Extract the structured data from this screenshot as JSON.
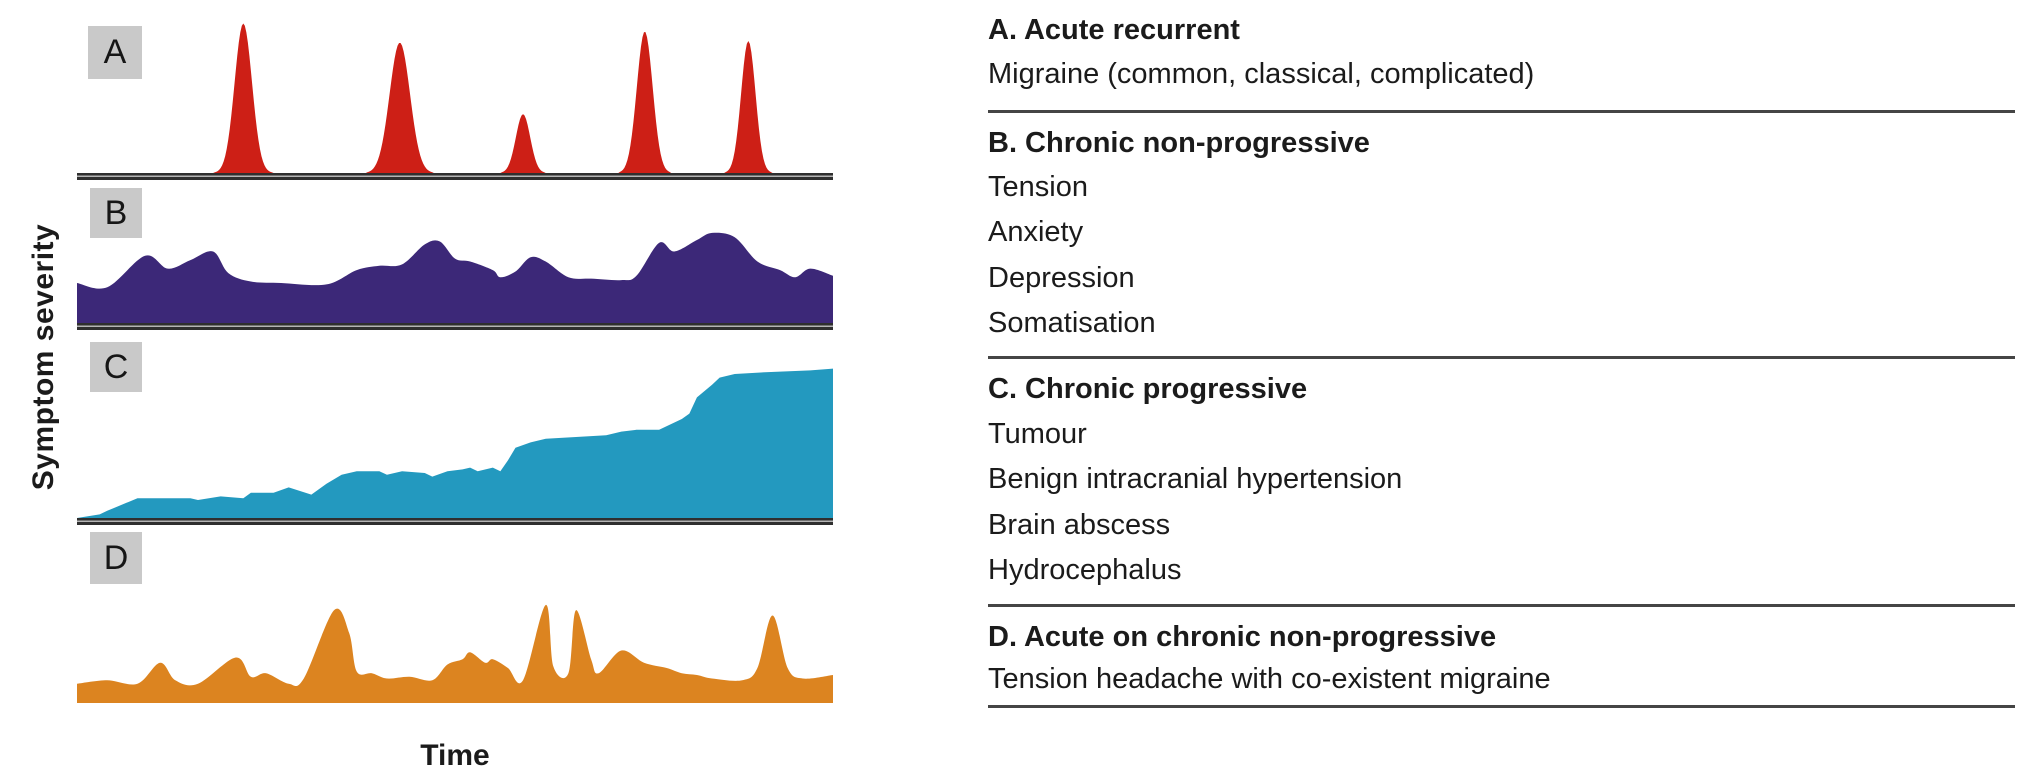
{
  "figure": {
    "ylabel": "Symptom severity",
    "xlabel": "Time"
  },
  "chart_data": {
    "type": "area",
    "xlabel": "Time",
    "ylabel": "Symptom severity",
    "x_axis": {
      "range": "qualitative time axis",
      "ticks": "none"
    },
    "y_axis": {
      "range": "qualitative severity 0-100",
      "ticks": "none"
    },
    "legend_position": "right text column",
    "grid": false,
    "panels": [
      {
        "label": "A",
        "description": "Acute recurrent",
        "color": "#cd1f16",
        "kind": "peaks",
        "baseline": true,
        "peaks": [
          {
            "x": 22.0,
            "h": 94,
            "sigma": 1.15
          },
          {
            "x": 42.7,
            "h": 82,
            "sigma": 1.35
          },
          {
            "x": 59.0,
            "h": 37,
            "sigma": 0.95
          },
          {
            "x": 75.1,
            "h": 89,
            "sigma": 1.05
          },
          {
            "x": 88.8,
            "h": 83,
            "sigma": 0.95
          }
        ]
      },
      {
        "label": "B",
        "description": "Chronic non-progressive",
        "color": "#3c2878",
        "kind": "wave",
        "baseline": true,
        "points": [
          [
            0,
            28
          ],
          [
            4,
            25
          ],
          [
            9,
            47
          ],
          [
            12,
            38
          ],
          [
            15,
            44
          ],
          [
            18,
            50
          ],
          [
            20,
            35
          ],
          [
            23,
            29
          ],
          [
            27,
            28
          ],
          [
            33,
            27
          ],
          [
            37,
            37
          ],
          [
            40,
            40
          ],
          [
            43,
            41
          ],
          [
            46,
            55
          ],
          [
            48,
            57
          ],
          [
            50,
            45
          ],
          [
            52,
            43
          ],
          [
            55,
            37
          ],
          [
            56,
            32
          ],
          [
            58,
            36
          ],
          [
            60,
            46
          ],
          [
            62,
            43
          ],
          [
            65,
            32
          ],
          [
            68,
            31
          ],
          [
            72,
            30
          ],
          [
            74,
            33
          ],
          [
            77,
            56
          ],
          [
            79,
            50
          ],
          [
            82,
            58
          ],
          [
            84,
            63
          ],
          [
            87,
            60
          ],
          [
            90,
            43
          ],
          [
            93,
            37
          ],
          [
            95,
            32
          ],
          [
            97,
            38
          ],
          [
            100,
            33
          ]
        ]
      },
      {
        "label": "C",
        "description": "Chronic progressive",
        "color": "#2399bf",
        "kind": "steps",
        "baseline": true,
        "points": [
          [
            0,
            0
          ],
          [
            3,
            2
          ],
          [
            4,
            4
          ],
          [
            8,
            11
          ],
          [
            15,
            11
          ],
          [
            16,
            10
          ],
          [
            19,
            12
          ],
          [
            22,
            11
          ],
          [
            23,
            14
          ],
          [
            26,
            14
          ],
          [
            28,
            17
          ],
          [
            31,
            13
          ],
          [
            33,
            19
          ],
          [
            35,
            24
          ],
          [
            37,
            26
          ],
          [
            40,
            26
          ],
          [
            41,
            24
          ],
          [
            43,
            26
          ],
          [
            46,
            25
          ],
          [
            47,
            23
          ],
          [
            49,
            26
          ],
          [
            51,
            27
          ],
          [
            52,
            28
          ],
          [
            53,
            26
          ],
          [
            55,
            28
          ],
          [
            56,
            26
          ],
          [
            57,
            32
          ],
          [
            58,
            39
          ],
          [
            60,
            42
          ],
          [
            62,
            44
          ],
          [
            66,
            45
          ],
          [
            70,
            46
          ],
          [
            72,
            48
          ],
          [
            74,
            49
          ],
          [
            77,
            49
          ],
          [
            80,
            55
          ],
          [
            81,
            58
          ],
          [
            82,
            67
          ],
          [
            84,
            74
          ],
          [
            85,
            78
          ],
          [
            87,
            80
          ],
          [
            91,
            81
          ],
          [
            97,
            82
          ],
          [
            100,
            83
          ]
        ]
      },
      {
        "label": "D",
        "description": "Acute on chronic non-progressive",
        "color": "#dc8420",
        "kind": "wave",
        "baseline": false,
        "points": [
          [
            0,
            11
          ],
          [
            4,
            13
          ],
          [
            8,
            11
          ],
          [
            11,
            23
          ],
          [
            13,
            13
          ],
          [
            16,
            11
          ],
          [
            21,
            26
          ],
          [
            23,
            15
          ],
          [
            25,
            17
          ],
          [
            28,
            11
          ],
          [
            30,
            14
          ],
          [
            34,
            53
          ],
          [
            36,
            40
          ],
          [
            37,
            18
          ],
          [
            39,
            17
          ],
          [
            41,
            14
          ],
          [
            44,
            15
          ],
          [
            47,
            13
          ],
          [
            49,
            22
          ],
          [
            51,
            25
          ],
          [
            52,
            29
          ],
          [
            54,
            23
          ],
          [
            55,
            25
          ],
          [
            57,
            20
          ],
          [
            59,
            13
          ],
          [
            62,
            56
          ],
          [
            63,
            21
          ],
          [
            65,
            17
          ],
          [
            66,
            53
          ],
          [
            68,
            25
          ],
          [
            69,
            17
          ],
          [
            72,
            30
          ],
          [
            75,
            23
          ],
          [
            78,
            20
          ],
          [
            80,
            17
          ],
          [
            82,
            16
          ],
          [
            84,
            14
          ],
          [
            88,
            13
          ],
          [
            90,
            20
          ],
          [
            92,
            50
          ],
          [
            94,
            20
          ],
          [
            96,
            14
          ],
          [
            100,
            16
          ]
        ]
      }
    ]
  },
  "classification": {
    "sections": [
      {
        "heading": "A. Acute recurrent",
        "items": [
          "Migraine (common, classical, complicated)"
        ]
      },
      {
        "heading": "B. Chronic non-progressive",
        "items": [
          "Tension",
          "Anxiety",
          "Depression",
          "Somatisation"
        ]
      },
      {
        "heading": "C. Chronic progressive",
        "items": [
          "Tumour",
          "Benign intracranial hypertension",
          "Brain abscess",
          "Hydrocephalus"
        ]
      },
      {
        "heading": "D. Acute on chronic non-progressive",
        "items": [
          "Tension headache with co-existent migraine"
        ]
      }
    ]
  },
  "colors": {
    "panel_a_red": "#cd1f16",
    "panel_b_purple": "#3c2878",
    "panel_c_teal": "#2399bf",
    "panel_d_orange": "#dc8420",
    "label_box_gray": "#c9c9c9",
    "axis_line": "#2f2f2f",
    "divider_line": "#454545"
  }
}
